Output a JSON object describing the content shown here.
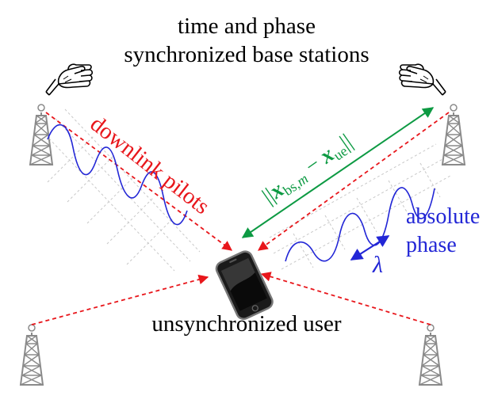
{
  "title": {
    "line1": "time and phase",
    "line2": "synchronized base stations"
  },
  "labels": {
    "downlink": "downlink pilots",
    "user": "unsynchronized user",
    "absolute_line1": "absolute",
    "absolute_line2": "phase",
    "wavelength": "λ"
  },
  "distance": {
    "open": "||",
    "x_bs": "x",
    "bs_sub": "bs,",
    "m_sub": "m",
    "minus": " − ",
    "x_ue": "x",
    "ue_sub": "ue",
    "close": "||"
  },
  "colors": {
    "pilot": "#e8161b",
    "distance": "#0d9a43",
    "wave": "#2226d6",
    "tower": "#8a8a8a",
    "text": "#000000"
  },
  "icons": {
    "hand": "pointing-hand-icon",
    "tower": "antenna-tower-icon",
    "phone": "smartphone-icon"
  }
}
